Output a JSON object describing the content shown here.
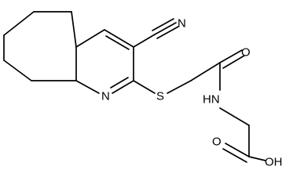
{
  "structure": {
    "atom_labels": {
      "nitrile_n": "N",
      "ring_n": "N",
      "sulfur": "S",
      "amide_o": "O",
      "amide_nh": "HN",
      "acid_o": "O",
      "acid_oh": "OH"
    }
  }
}
